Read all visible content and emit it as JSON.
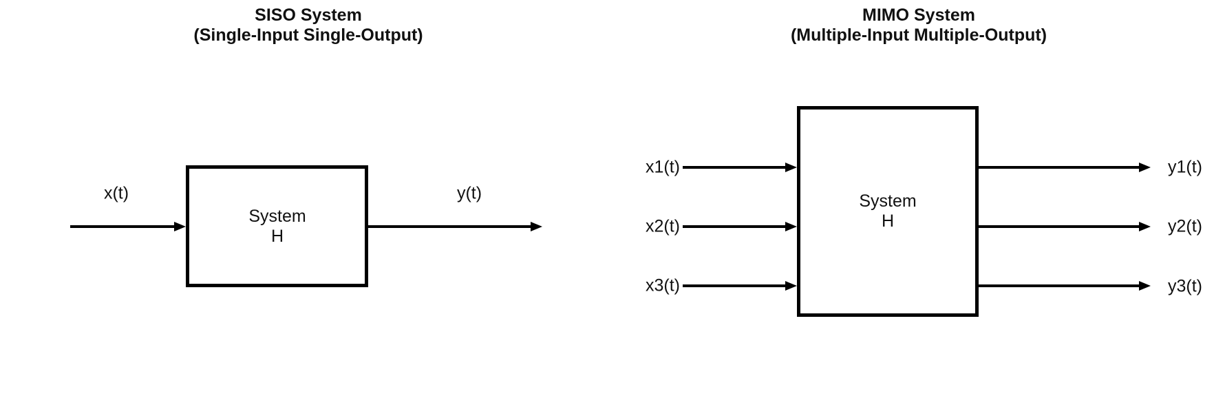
{
  "figure": {
    "background": "#ffffff",
    "line_color": "#000000",
    "text_color": "#111111"
  },
  "siso": {
    "title": "SISO System",
    "subtitle": "(Single-Input Single-Output)",
    "input_label": "x(t)",
    "output_label": "y(t)",
    "box": {
      "line1": "System",
      "line2": "H"
    }
  },
  "mimo": {
    "title": "MIMO System",
    "subtitle": "(Multiple-Input Multiple-Output)",
    "inputs": [
      "x1(t)",
      "x2(t)",
      "x3(t)"
    ],
    "outputs": [
      "y1(t)",
      "y2(t)",
      "y3(t)"
    ],
    "box": {
      "line1": "System",
      "line2": "H"
    }
  }
}
